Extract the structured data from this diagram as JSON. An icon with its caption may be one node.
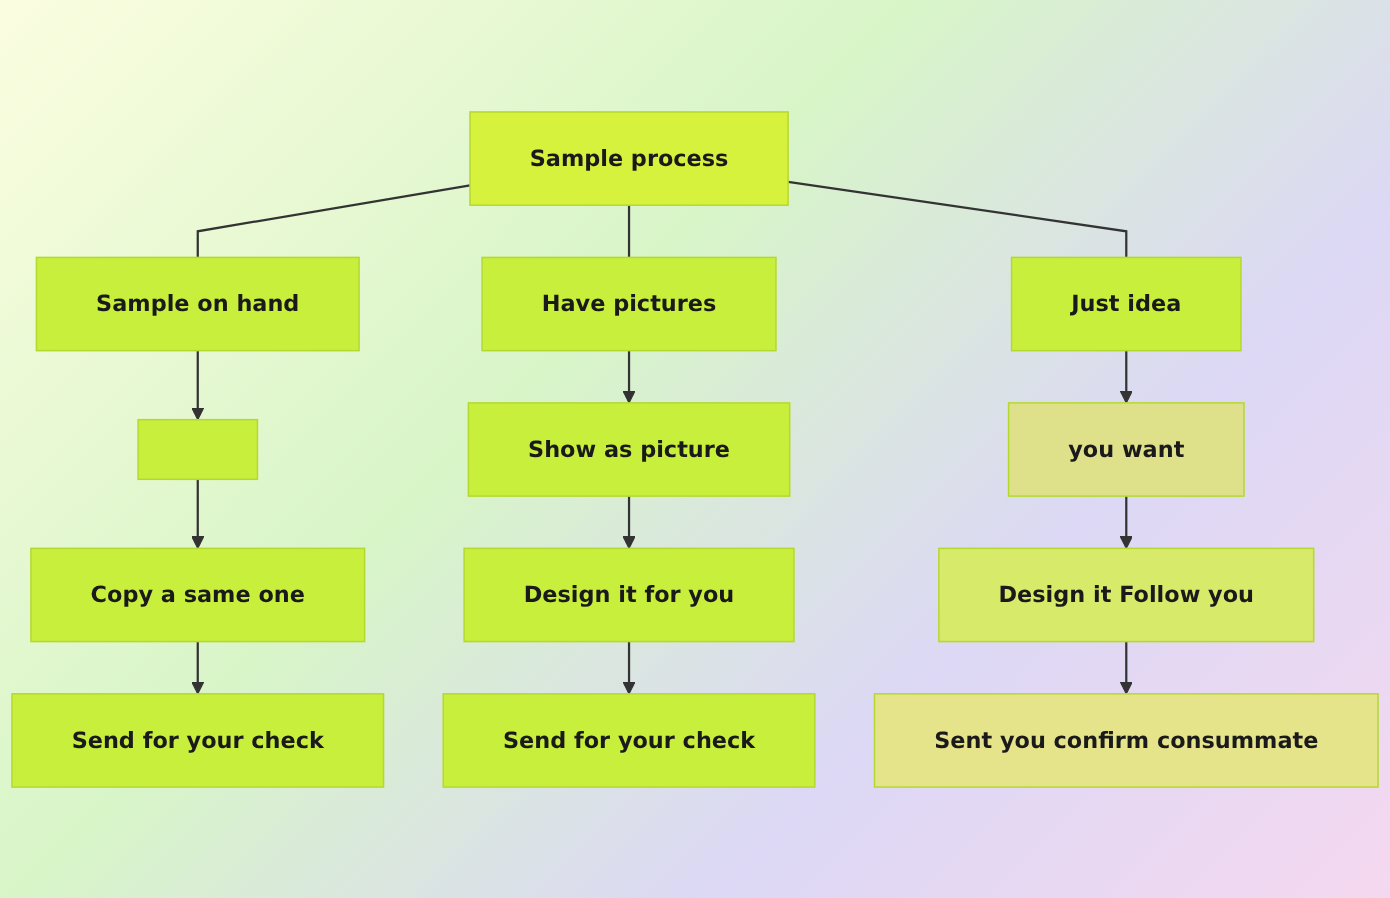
{
  "diagram": {
    "nodes": [
      {
        "text": [
          "Sample process"
        ]
      },
      {
        "text": [
          "Sample on hand"
        ]
      },
      {
        "text": [
          "Have pictures"
        ]
      },
      {
        "text": [
          "Just idea"
        ]
      },
      {
        "text": [],
        "shape": "box"
      },
      {
        "text": [
          "Show as picture"
        ]
      },
      {
        "text": [
          "you want"
        ]
      },
      {
        "text": [
          "Copy a same one"
        ]
      },
      {
        "text": [
          "Design it for you"
        ]
      },
      {
        "text": [
          "Design it Follow you"
        ]
      },
      {
        "text": [
          "Send for your check"
        ]
      },
      {
        "text": [
          "Send for your check"
        ]
      },
      {
        "text": [
          "Sent you confirm consummate"
        ]
      }
    ],
    "edges": [
      {
        "from": 0,
        "to": 1,
        "arrow": "none"
      },
      {
        "from": 0,
        "to": 2,
        "arrow": "none"
      },
      {
        "from": 0,
        "to": 3,
        "arrow": "none"
      },
      {
        "from": 1,
        "to": 4,
        "arrow": "to"
      },
      {
        "from": 2,
        "to": 5,
        "arrow": "to"
      },
      {
        "from": 3,
        "to": 6,
        "arrow": "to"
      },
      {
        "from": 4,
        "to": 7,
        "arrow": "to"
      },
      {
        "from": 5,
        "to": 8,
        "arrow": "to"
      },
      {
        "from": 6,
        "to": 9,
        "arrow": "to"
      },
      {
        "from": 7,
        "to": 10,
        "arrow": "to"
      },
      {
        "from": 8,
        "to": 11,
        "arrow": "to"
      },
      {
        "from": 9,
        "to": 12,
        "arrow": "to"
      }
    ]
  }
}
